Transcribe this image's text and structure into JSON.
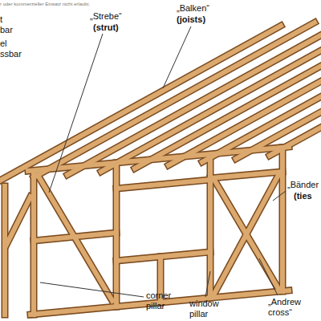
{
  "diagram": {
    "labels": [
      "r oder kommerzieller Einsatz nicht erlaubt.",
      "t",
      "bar",
      "el",
      "ssbar",
      "„Strebe“",
      "(strut)",
      "„Balken“",
      "(joists)",
      "„Bänder",
      "(ties",
      "corner pillar",
      "window pillar",
      "„Andrew cross“"
    ]
  }
}
